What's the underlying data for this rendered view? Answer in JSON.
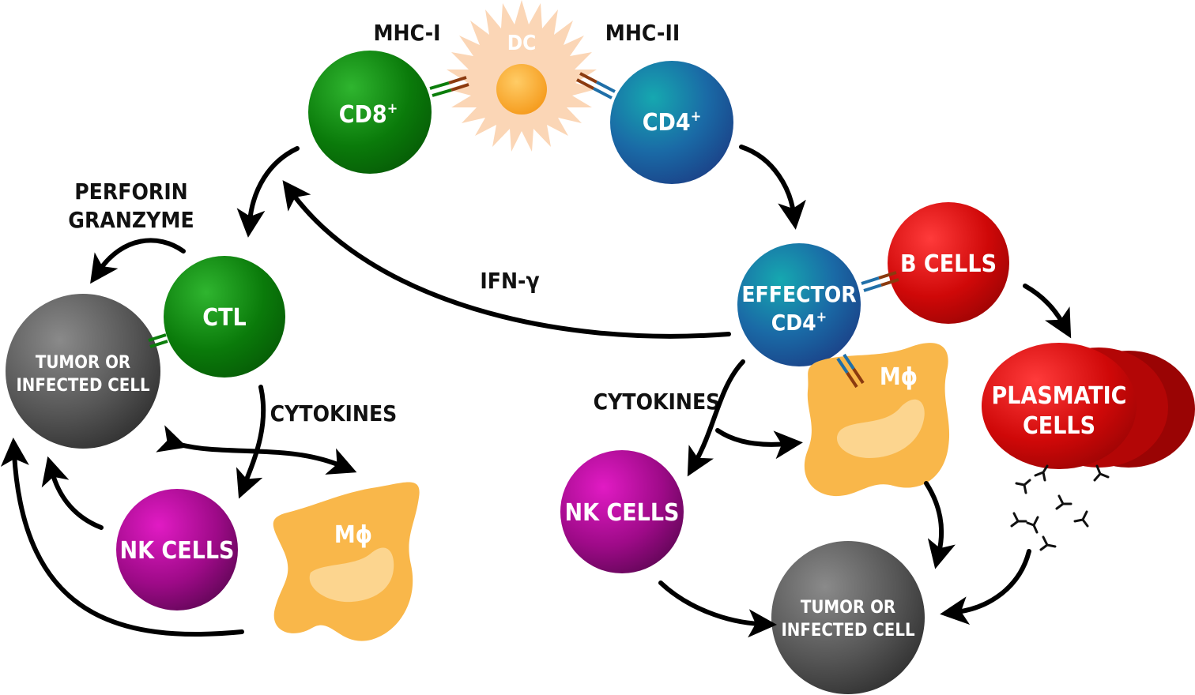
{
  "labels": {
    "mhc_i": "MHC-I",
    "mhc_ii": "MHC-II",
    "dc": "DC",
    "cd8": "CD8",
    "cd8_sup": "+",
    "cd4": "CD4",
    "cd4_sup": "+",
    "perforin": "PERFORIN",
    "granzyme": "GRANZYME",
    "ctl": "CTL",
    "tumor_left_1": "TUMOR OR",
    "tumor_left_2": "INFECTED CELL",
    "cytokines_left": "CYTOKINES",
    "nk_left": "NK CELLS",
    "macrophage_left": "Mϕ",
    "ifn": "IFN-γ",
    "effector_1": "EFFECTOR",
    "effector_2": "CD4",
    "effector_sup": "+",
    "b_cells": "B CELLS",
    "plasmatic_1": "PLASMATIC",
    "plasmatic_2": "CELLS",
    "cytokines_right": "CYTOKINES",
    "macrophage_right": "Mϕ",
    "nk_right": "NK CELLS",
    "tumor_right_1": "TUMOR OR",
    "tumor_right_2": "INFECTED CELL"
  },
  "colors": {
    "green": "#0b7d0b",
    "blue": "#1f6fa8",
    "red": "#c90a0a",
    "purple": "#a0087f",
    "gray": "#555555",
    "orange_cell": "#f9b94e",
    "dc_body": "#fbd7b9"
  }
}
